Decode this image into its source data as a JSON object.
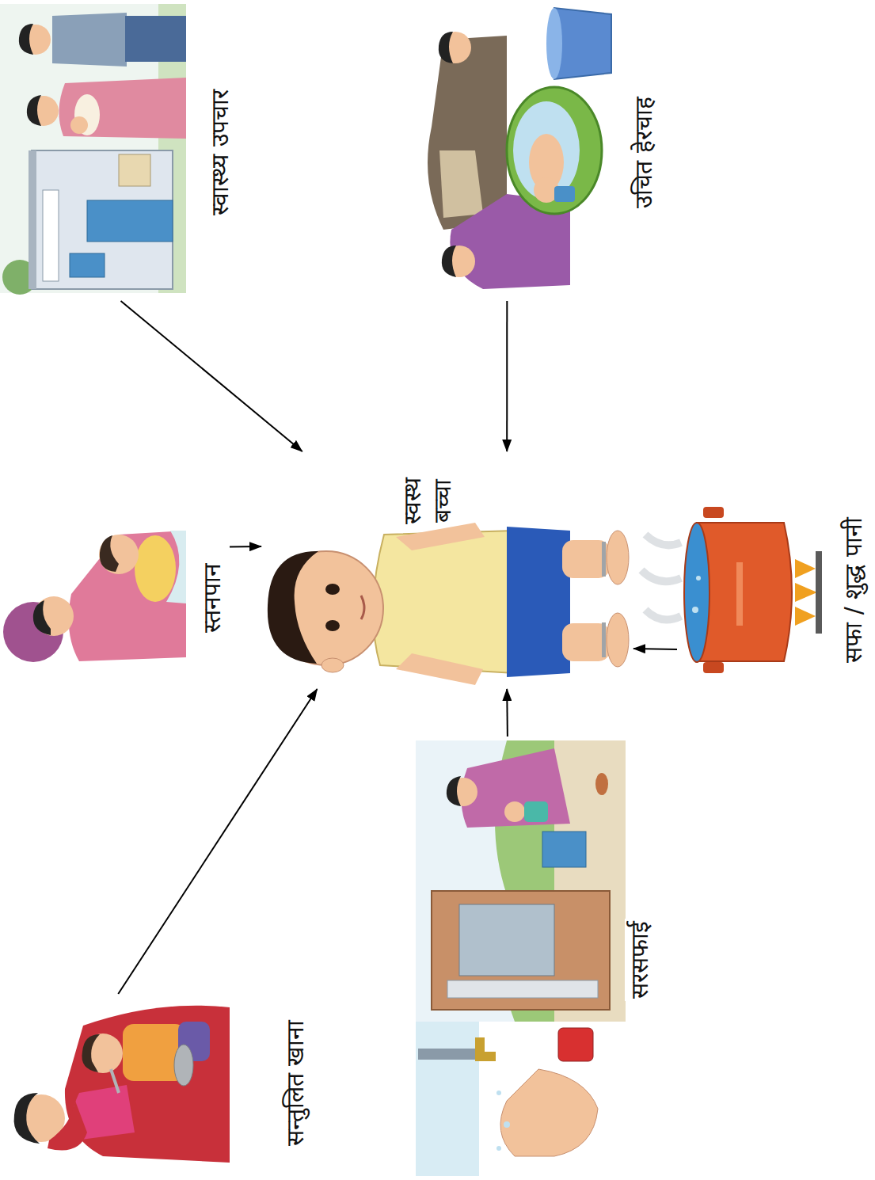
{
  "diagram": {
    "nodes": [
      {
        "text": [
          "सन्तुलित खाना"
        ]
      },
      {
        "text": [
          "स्तनपान"
        ]
      },
      {
        "text": [
          "स्वास्थ्य उपचार"
        ]
      },
      {
        "text": [
          "स्वस्थ बच्चा"
        ]
      },
      {
        "text": [
          "सरसफाई"
        ]
      },
      {
        "text": [
          "सफा / शुद्ध पानी"
        ]
      },
      {
        "text": [
          "उचित हेरचाह"
        ]
      }
    ],
    "edges": [
      {
        "from": 0,
        "to": 3,
        "arrow": "to"
      },
      {
        "from": 1,
        "to": 3,
        "arrow": "to"
      },
      {
        "from": 2,
        "to": 3,
        "arrow": "to"
      },
      {
        "from": 4,
        "to": 3,
        "arrow": "to"
      },
      {
        "from": 5,
        "to": 3,
        "arrow": "to"
      },
      {
        "from": 6,
        "to": 3,
        "arrow": "to"
      }
    ]
  }
}
